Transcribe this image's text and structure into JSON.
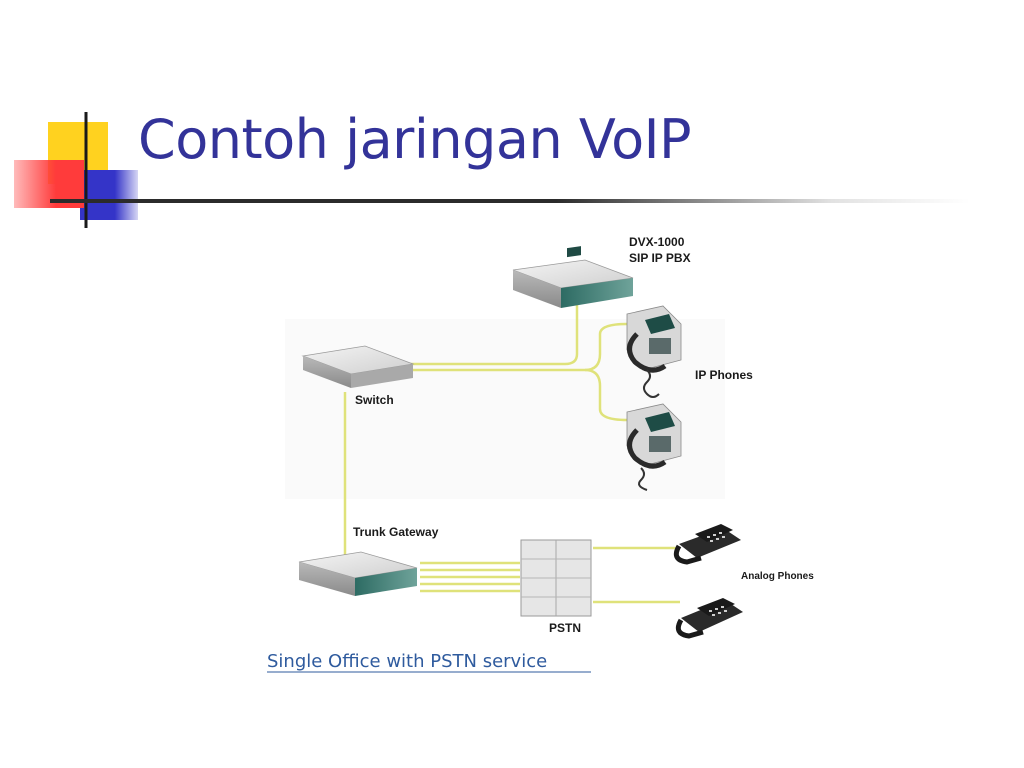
{
  "slide": {
    "title": "Contoh jaringan VoIP",
    "accent_colors": {
      "yellow": "#ffd21f",
      "red": "#ff3b3b",
      "blue": "#3434c8",
      "title": "#333399"
    }
  },
  "diagram": {
    "pbx_label_line1": "DVX-1000",
    "pbx_label_line2": "SIP IP PBX",
    "switch_label": "Switch",
    "ip_phones_label": "IP Phones",
    "trunk_gateway_label": "Trunk Gateway",
    "pstn_label": "PSTN",
    "analog_phones_label": "Analog Phones",
    "caption": "Single Office with PSTN service",
    "cable_color": "#dfe27a"
  }
}
